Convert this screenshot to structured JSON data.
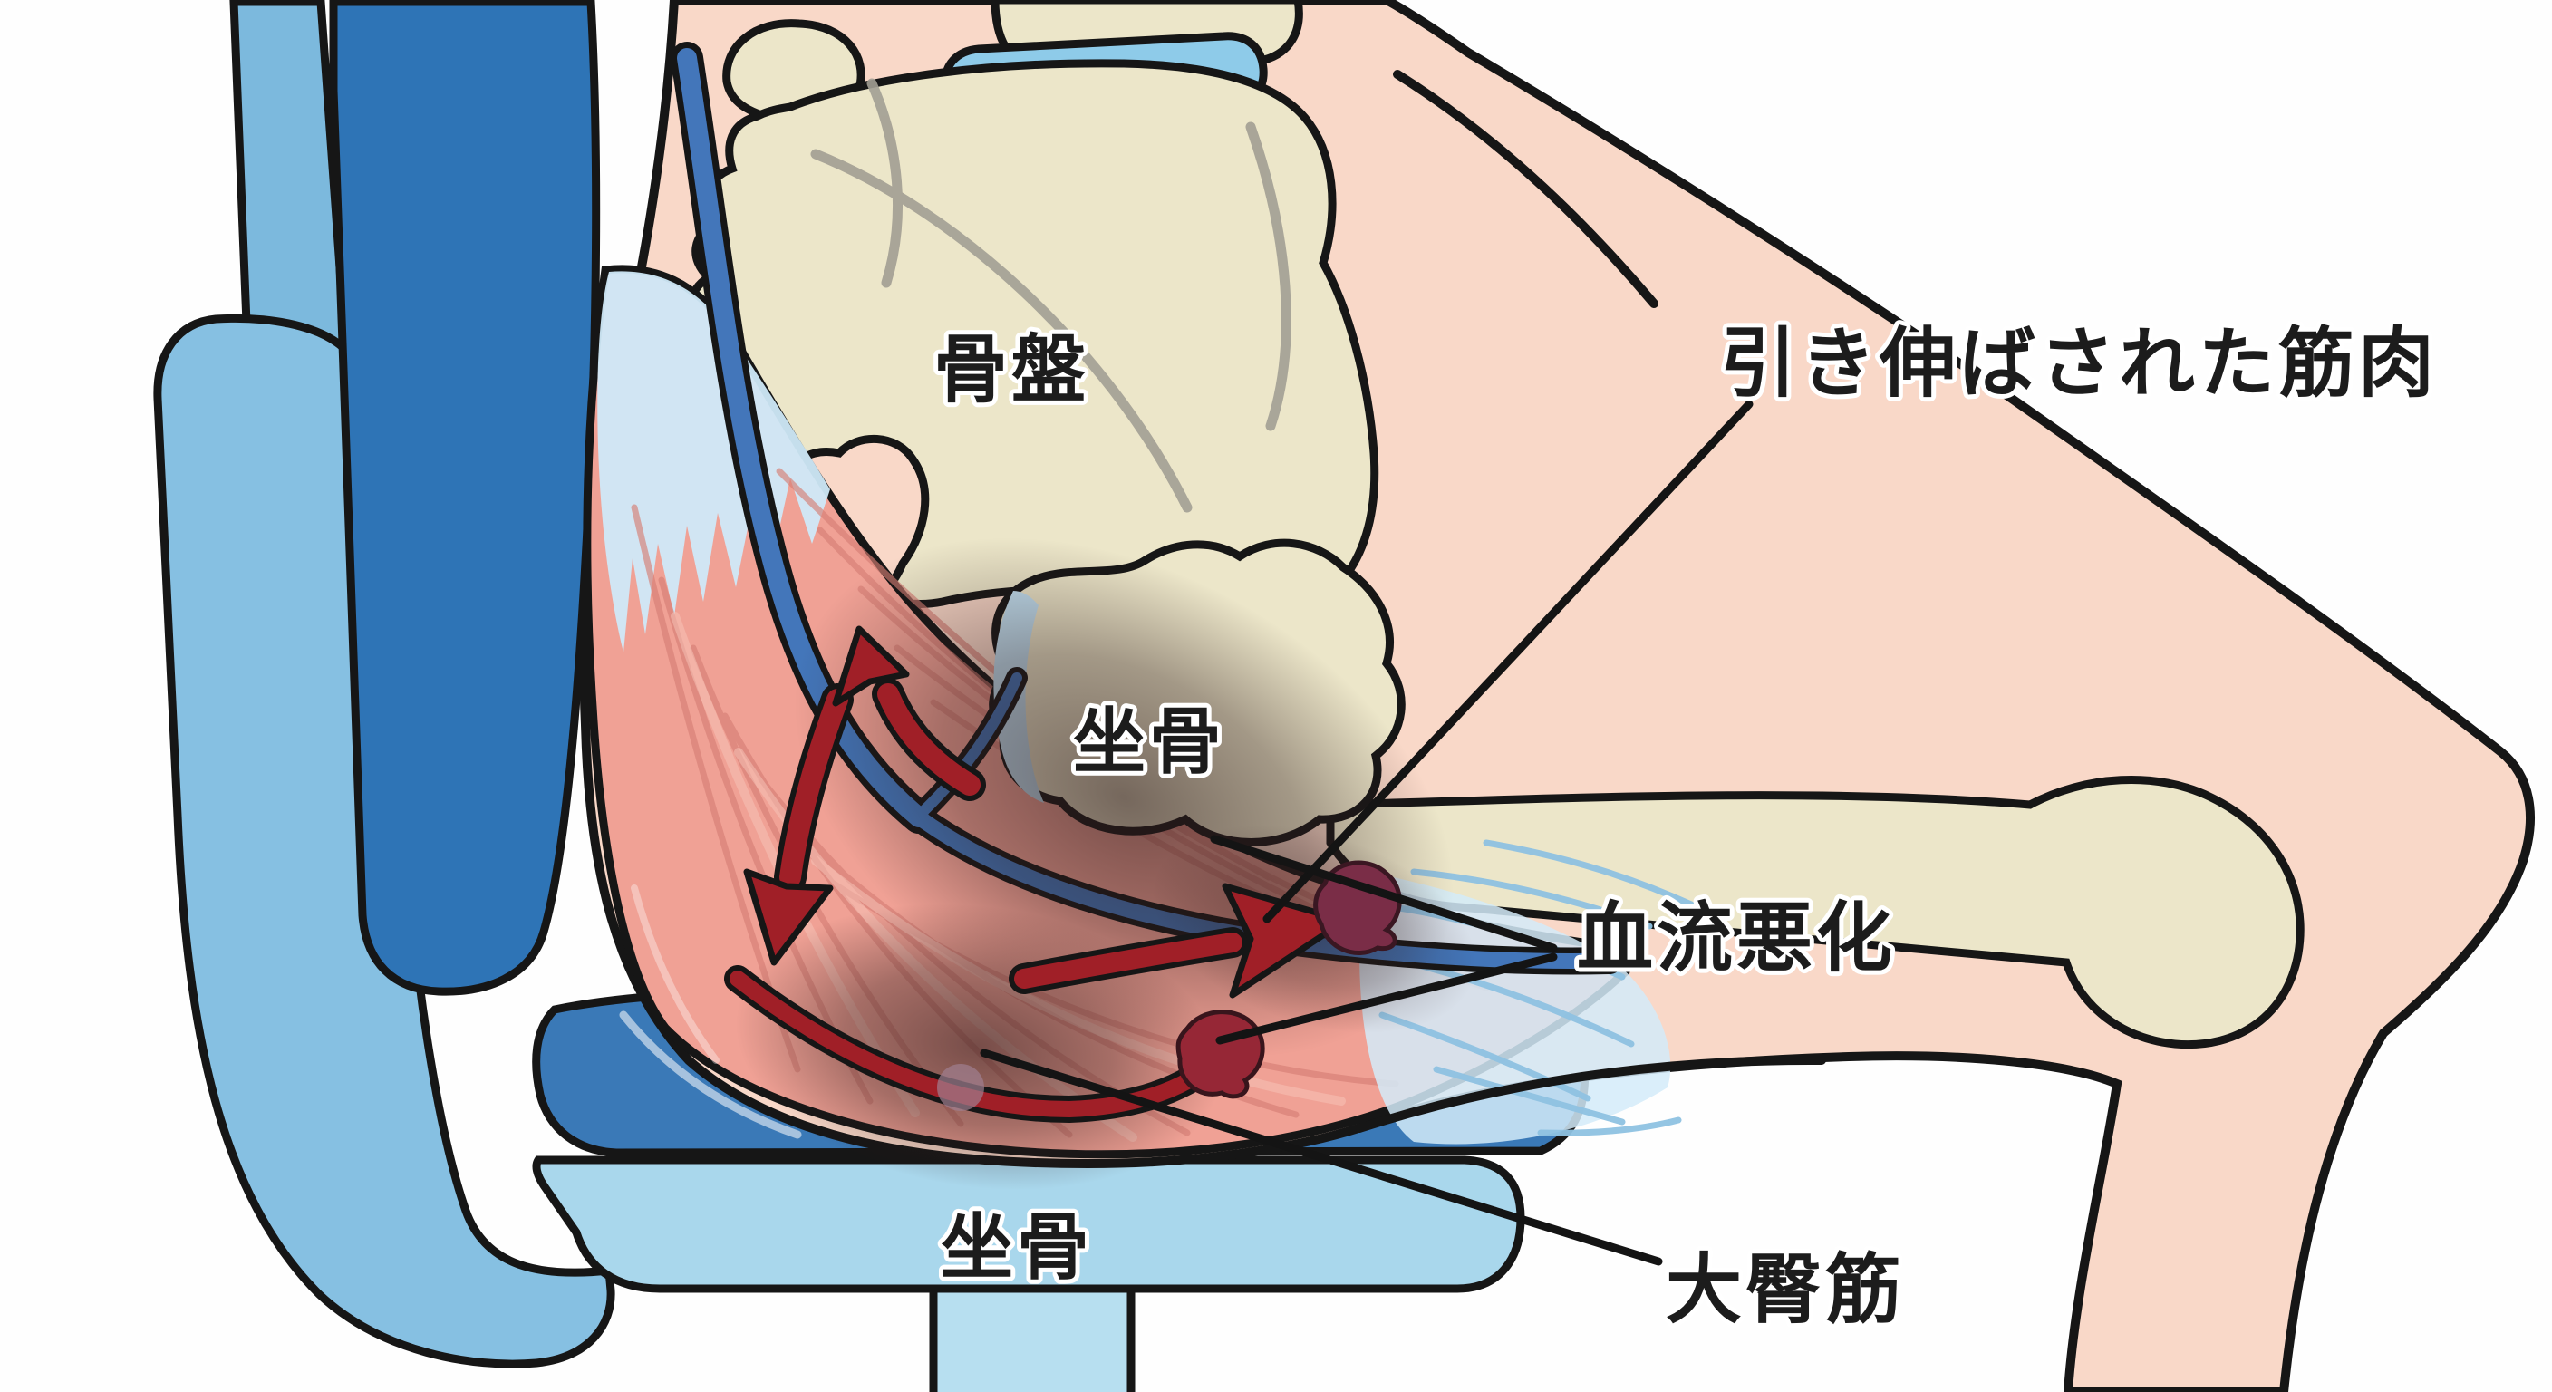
{
  "labels": {
    "pelvis": "骨盤",
    "ischium_bone": "坐骨",
    "stretched_muscle": "引き伸ばされた筋肉",
    "blood_flow_worsening": "血流悪化",
    "gluteus_maximus": "大臀筋",
    "ischium_on_seat": "坐骨"
  },
  "palette": {
    "background": "#fefefe",
    "outline": "#161616",
    "chair_backrest": "#2e74b6",
    "chair_frame": "#86c0e2",
    "chair_strut_top": "#7cb9dd",
    "chair_strut_bottom": "#4d8cc0",
    "seat_cushion": "#3a79b7",
    "seat_base": "#a9d7ec",
    "pedestal": "#b7dff0",
    "skin": "#f9d8c8",
    "bone": "#ece6c9",
    "bone_detail_grey": "#a29e93",
    "disc_blue": "#8ecbe9",
    "cartilage_blue": "#c4e3f4",
    "muscle": "#f0a195",
    "muscle_striation": "#d67f75",
    "fascia_blue": "#cfe9f8",
    "tendon_blue": "#8fc2e2",
    "vein_blue": "#4376ba",
    "arrow_red": "#a01f27",
    "clot_dark": "#7a2d47",
    "clot_red": "#962736",
    "compression_shadow": "#2d1a1a",
    "label_text": "#1c1c1c"
  }
}
